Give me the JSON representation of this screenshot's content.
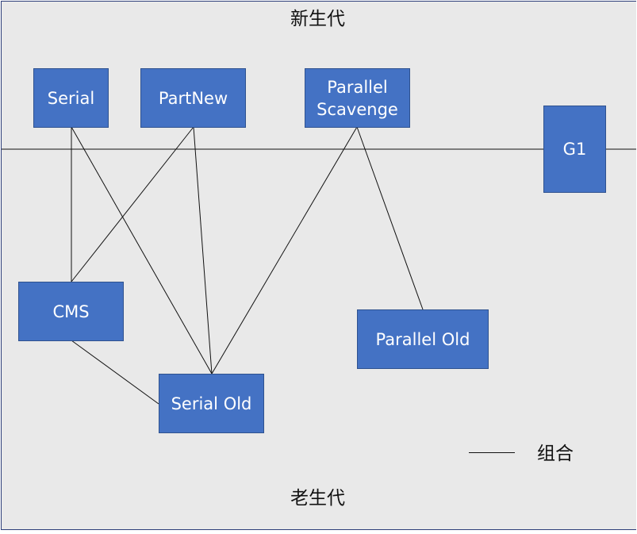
{
  "labels": {
    "young_gen": "新生代",
    "old_gen": "老生代",
    "legend": "组合"
  },
  "collectors": {
    "serial": "Serial",
    "partnew": "PartNew",
    "parallel_scavenge": "Parallel\nScavenge",
    "g1": "G1",
    "cms": "CMS",
    "parallel_old": "Parallel Old",
    "serial_old": "Serial Old"
  },
  "combinations": [
    [
      "serial",
      "cms"
    ],
    [
      "serial",
      "serial_old"
    ],
    [
      "partnew",
      "cms"
    ],
    [
      "partnew",
      "serial_old"
    ],
    [
      "parallel_scavenge",
      "serial_old"
    ],
    [
      "parallel_scavenge",
      "parallel_old"
    ],
    [
      "cms",
      "serial_old"
    ]
  ],
  "colors": {
    "box_fill": "#4472c4",
    "box_border": "#2f528f",
    "box_text": "#ffffff",
    "background": "#e9e9e9",
    "line": "#111111"
  }
}
